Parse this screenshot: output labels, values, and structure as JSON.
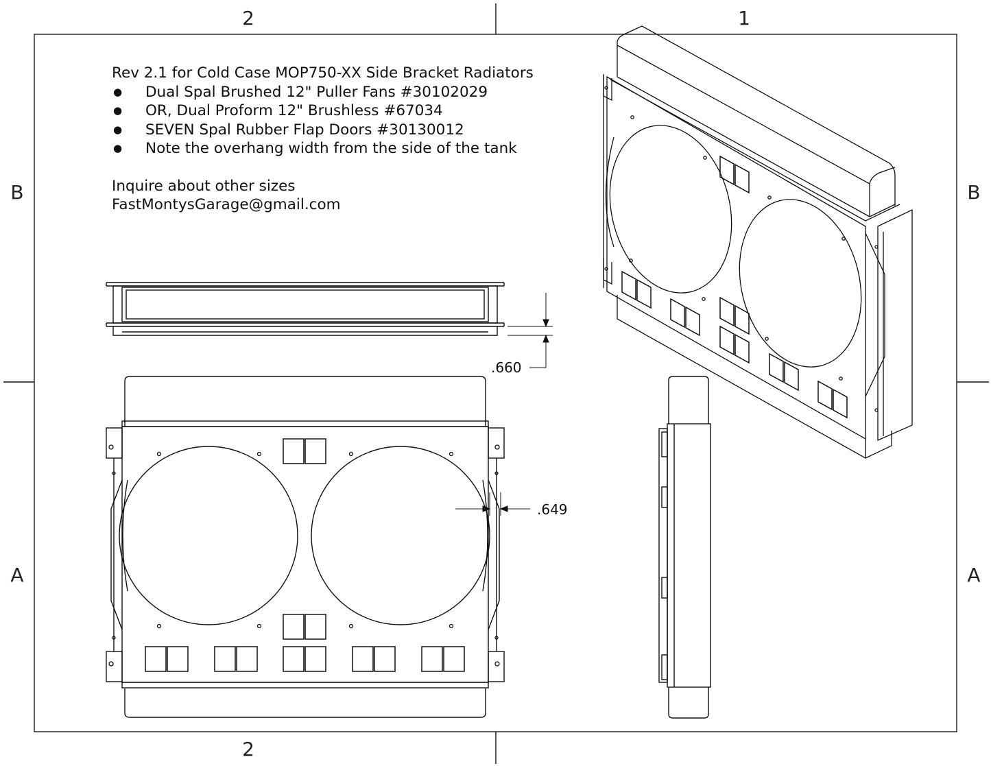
{
  "zones": {
    "top_left": "2",
    "top_right": "1",
    "bottom_left": "2",
    "left_upper": "B",
    "left_lower": "A",
    "right_upper": "B",
    "right_lower": "A"
  },
  "notes": {
    "title": "Rev 2.1 for Cold Case MOP750-XX Side Bracket Radiators",
    "bullet_symbol": "●",
    "bullets": [
      "Dual Spal Brushed 12\" Puller Fans #30102029",
      "OR, Dual Proform 12\" Brushless #67034",
      "SEVEN Spal Rubber Flap Doors #30130012",
      "Note the overhang width from the side of the tank"
    ],
    "inquiry": "Inquire about other sizes",
    "email": "FastMontysGarage@gmail.com"
  },
  "dimensions": {
    "top_view_offset": ".660",
    "front_view_overhang": ".649"
  }
}
